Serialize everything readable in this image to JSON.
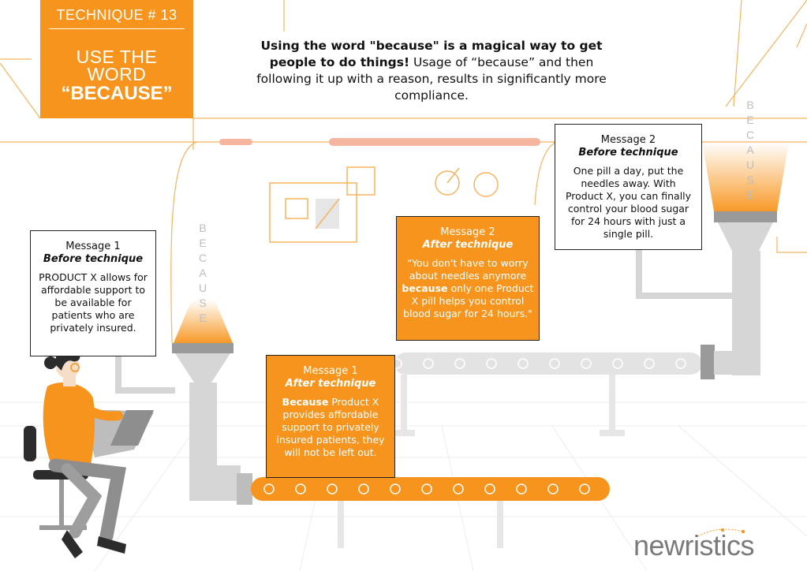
{
  "technique": {
    "label": "TECHNIQUE # 13",
    "title_line1": "USE THE",
    "title_line2": "WORD",
    "title_line3": "“BECAUSE”"
  },
  "intro": {
    "bold": "Using the word \"because\" is a magical way to get people to do things!",
    "rest": "Usage of “because” and then following it up with a reason, results in significantly more compliance."
  },
  "messages": {
    "m1_before": {
      "title": "Message 1",
      "subtitle": "Before technique",
      "body": "PRODUCT X allows for affordable support to be available for patients who are privately insured."
    },
    "m1_after": {
      "title": "Message 1",
      "subtitle": "After technique",
      "highlight": "Because",
      "body": " Product X provides affordable support to privately insured patients, they will not be left out."
    },
    "m2_before": {
      "title": "Message 2",
      "subtitle": "Before technique",
      "body": "One pill a day, put the needles away. With Product X, you can finally control your blood sugar for 24 hours with just a single pill."
    },
    "m2_after": {
      "title": "Message 2",
      "subtitle": "After technique",
      "pre": "\"You don't have to worry about needles anymore ",
      "highlight": "because",
      "post": " only one Product X pill helps you control blood sugar for 24 hours.\""
    }
  },
  "vertical_word": [
    "B",
    "E",
    "C",
    "A",
    "U",
    "S",
    "E"
  ],
  "logo": "newristics",
  "colors": {
    "accent": "#f7941d",
    "pipe": "#d6d6d6",
    "pipe_dark": "#9a9a9a"
  }
}
